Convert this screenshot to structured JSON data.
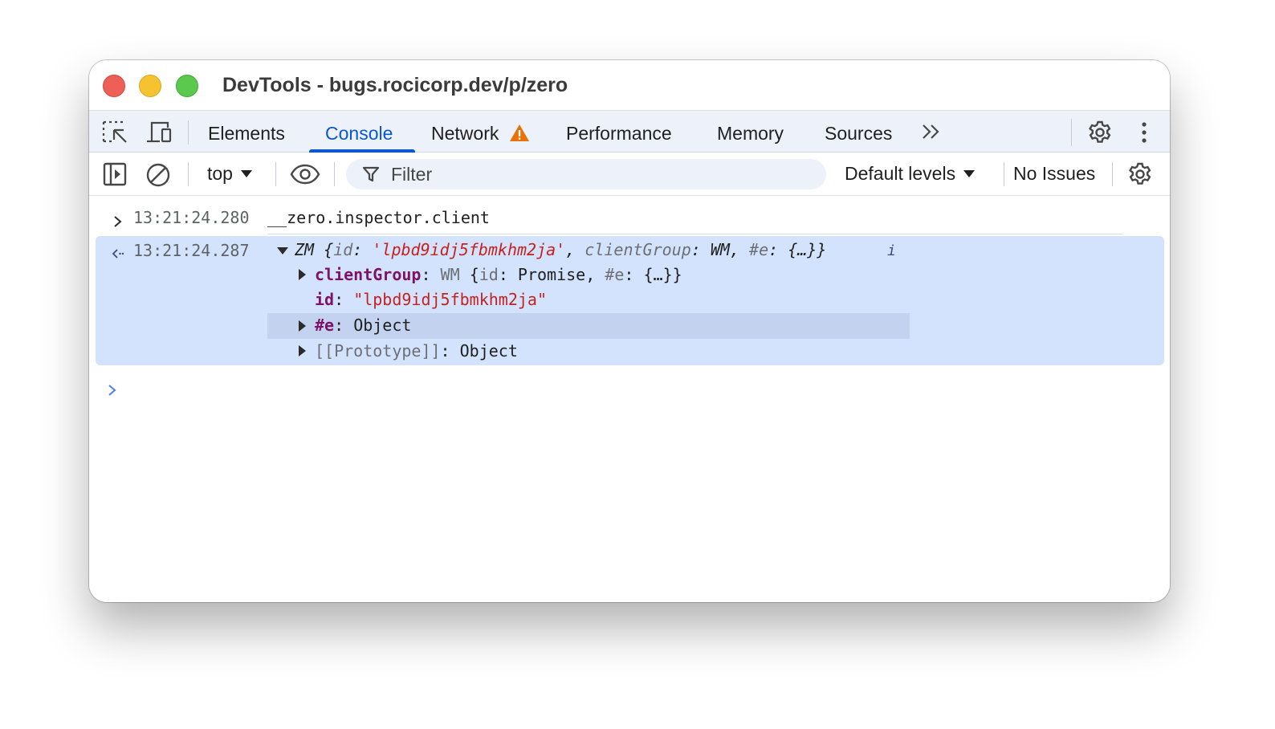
{
  "window": {
    "title": "DevTools - bugs.rocicorp.dev/p/zero"
  },
  "tabs": [
    {
      "label": "Elements",
      "active": false
    },
    {
      "label": "Console",
      "active": true
    },
    {
      "label": "Network",
      "active": false,
      "warning": true
    },
    {
      "label": "Performance",
      "active": false
    },
    {
      "label": "Memory",
      "active": false
    },
    {
      "label": "Sources",
      "active": false
    }
  ],
  "toolbar": {
    "context": "top",
    "filter_placeholder": "Filter",
    "levels": "Default levels",
    "issues": "No Issues"
  },
  "console": {
    "input_entry": {
      "timestamp": "13:21:24.280",
      "expression": "__zero.inspector.client"
    },
    "result_entry": {
      "timestamp": "13:21:24.287",
      "summary": {
        "class": "ZM",
        "open": "{",
        "k1": "id",
        "colon": ":",
        "v1": "'lpbd9idj5fbmkhm2ja'",
        "comma1": ",",
        "k2": "clientGroup",
        "v2": "WM",
        "k3": "#e",
        "v3": "{…}",
        "close": "}",
        "info": "i"
      },
      "properties": [
        {
          "key": "clientGroup",
          "type": "WM",
          "preview_open": "{",
          "preview_k1": "id",
          "preview_v1": "Promise,",
          "preview_k2": "#e",
          "preview_v2": "{…}}"
        },
        {
          "key": "id",
          "value": "\"lpbd9idj5fbmkhm2ja\""
        },
        {
          "key": "#e",
          "value": "Object"
        },
        {
          "key": "[[Prototype]]",
          "value": "Object"
        }
      ]
    }
  },
  "colors": {
    "accent": "#0b57d0",
    "warning": "#e8710a",
    "result_background": "#d3e3fd",
    "string": "#c5221f",
    "property_key": "#7e1266"
  }
}
